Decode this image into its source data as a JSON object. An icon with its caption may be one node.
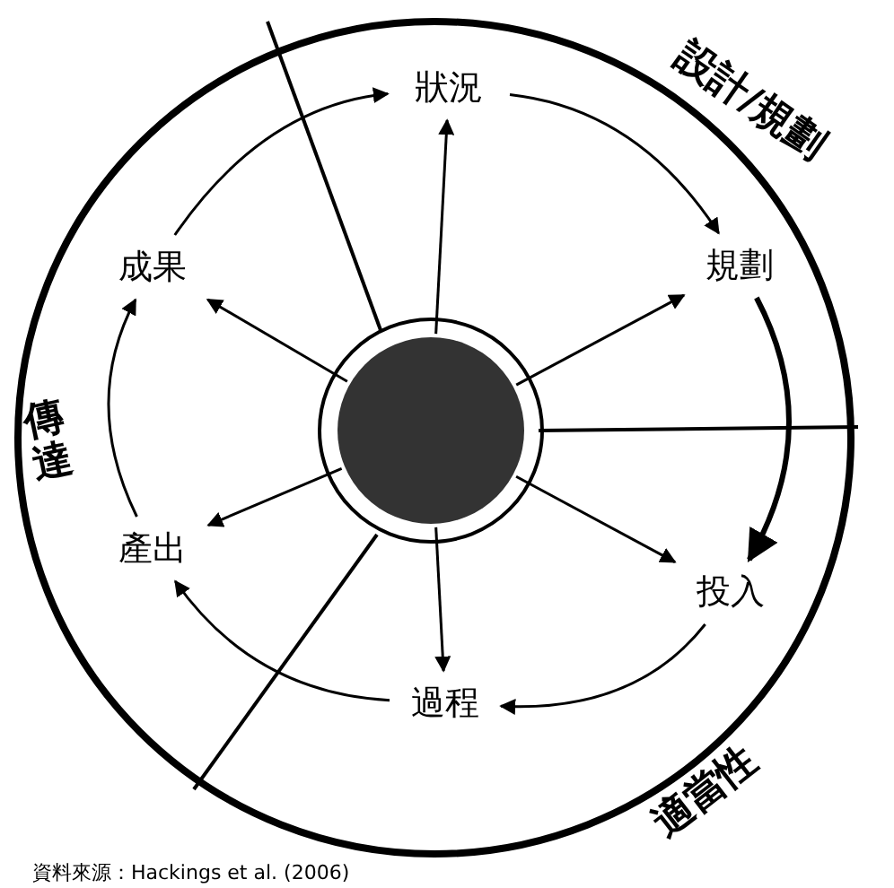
{
  "diagram": {
    "caption": "資料來源：Hackings et al. (2006)",
    "nodes": [
      {
        "text": [],
        "shape": "circle"
      },
      {
        "text": [
          "狀況"
        ]
      },
      {
        "text": [
          "規劃"
        ]
      },
      {
        "text": [
          "投入"
        ]
      },
      {
        "text": [
          "過程"
        ]
      },
      {
        "text": [
          "產出"
        ]
      },
      {
        "text": [
          "成果"
        ]
      }
    ],
    "edges": [
      {
        "from": 1,
        "to": 2,
        "arrow": "to"
      },
      {
        "from": 2,
        "to": 3,
        "arrow": "to",
        "style": "thick"
      },
      {
        "from": 3,
        "to": 4,
        "arrow": "to"
      },
      {
        "from": 4,
        "to": 5,
        "arrow": "to"
      },
      {
        "from": 5,
        "to": 6,
        "arrow": "to"
      },
      {
        "from": 6,
        "to": 1,
        "arrow": "to"
      },
      {
        "from": 0,
        "to": 1,
        "arrow": "to"
      },
      {
        "from": 0,
        "to": 2,
        "arrow": "to"
      },
      {
        "from": 0,
        "to": 3,
        "arrow": "to"
      },
      {
        "from": 0,
        "to": 4,
        "arrow": "to"
      },
      {
        "from": 0,
        "to": 5,
        "arrow": "to"
      },
      {
        "from": 0,
        "to": 6,
        "arrow": "to"
      }
    ],
    "labels": [
      "設計/規劃",
      "傳達",
      "適當性"
    ]
  }
}
